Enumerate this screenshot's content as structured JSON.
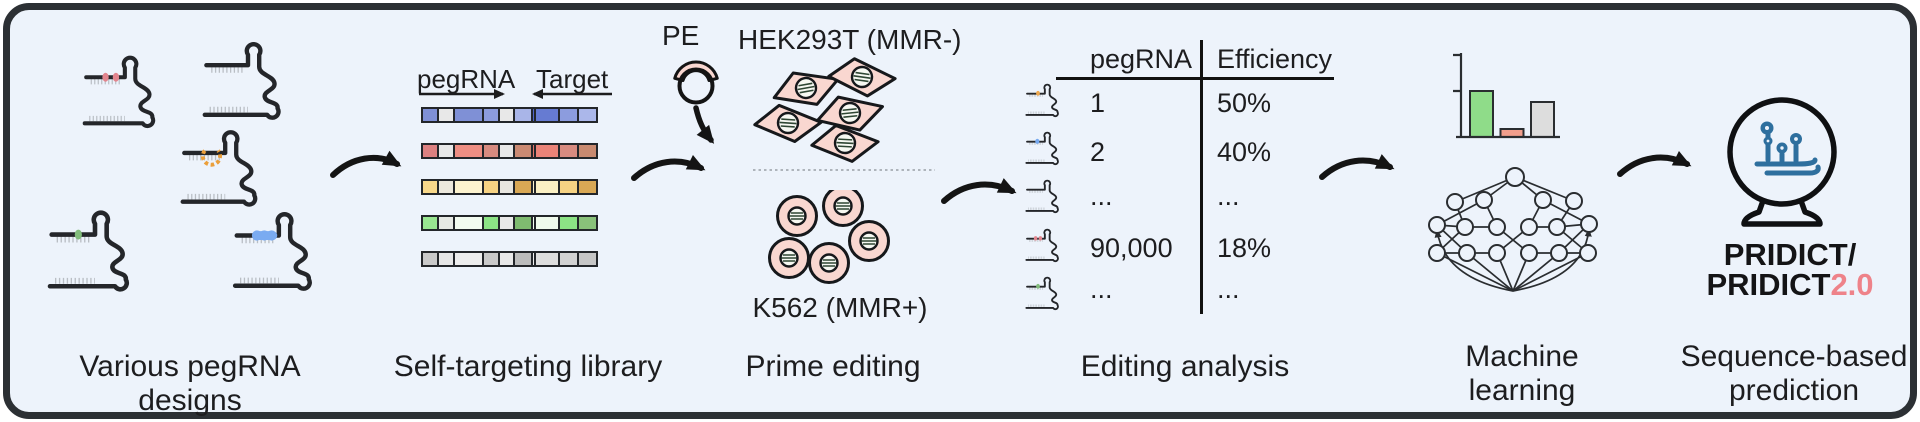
{
  "frame": {
    "background": "#edf3fb",
    "border_color": "#2c3034"
  },
  "sections": {
    "designs": {
      "label": "Various pegRNA designs"
    },
    "library": {
      "label": "Self-targeting library",
      "pegrna_axis": "pegRNA",
      "target_axis": "Target"
    },
    "prime_editing": {
      "label": "Prime editing",
      "pe": "PE",
      "hek": "HEK293T (MMR-)",
      "k562": "K562 (MMR+)"
    },
    "analysis": {
      "label": "Editing analysis",
      "col_pegrna": "pegRNA",
      "col_efficiency": "Efficiency",
      "rows": [
        {
          "pegrna": "1",
          "efficiency": "50%",
          "variant": "orange-dot"
        },
        {
          "pegrna": "2",
          "efficiency": "40%",
          "variant": "blue-dot"
        },
        {
          "pegrna": "...",
          "efficiency": "...",
          "variant": "plain"
        },
        {
          "pegrna": "90,000",
          "efficiency": "18%",
          "variant": "red-dots"
        },
        {
          "pegrna": "...",
          "efficiency": "...",
          "variant": "green-dot"
        }
      ]
    },
    "ml": {
      "label": "Machine learning"
    },
    "prediction": {
      "label": "Sequence-based prediction",
      "line1": "PRIDICT/",
      "line2_base": "PRIDICT",
      "line2_version": "2.0",
      "version_color": "#ee8289"
    }
  },
  "design_variants": [
    "red-dots",
    "plain",
    "orange-loop",
    "green-dot",
    "blue-segment"
  ],
  "segment_widths": [
    18,
    18,
    31,
    18,
    17,
    20,
    5,
    26,
    21,
    21
  ],
  "library_rows": [
    {
      "colors": [
        "#7f90d6",
        "#e8e8e8",
        "#7f90d6",
        "#8c9cde",
        "#e8e8e8",
        "#a9b5e8",
        "#4f64c8",
        "#667bd2",
        "#8c9cde",
        "#abb7ea"
      ]
    },
    {
      "colors": [
        "#dd8181",
        "#e8e8e8",
        "#ef8e83",
        "#d88b80",
        "#e8e8e8",
        "#cb8a73",
        "#e5756b",
        "#ea8378",
        "#d88b80",
        "#c98a70"
      ]
    },
    {
      "colors": [
        "#f8d88a",
        "#ece8dd",
        "#fdf3cf",
        "#f6d283",
        "#e8e6e0",
        "#d9a855",
        "#fdf3cf",
        "#fbf0c4",
        "#f6d283",
        "#d9a855"
      ]
    },
    {
      "colors": [
        "#99e691",
        "#e6e9e4",
        "#f2fbf0",
        "#8ce385",
        "#e8e8e8",
        "#7fbb70",
        "#f4fcf2",
        "#effaec",
        "#8ce385",
        "#89c17a"
      ]
    },
    {
      "colors": [
        "#c9c9c9",
        "#e6e6e6",
        "#ededed",
        "#c9c9c9",
        "#e8e8e8",
        "#bcbcbc",
        "#efefef",
        "#dddddd",
        "#d2d2d2",
        "#c6c6c6"
      ]
    }
  ],
  "ml_chart": {
    "type": "bar",
    "bars": [
      {
        "color": "#8fdc89",
        "height": 46
      },
      {
        "color": "#f19e8c",
        "height": 8
      },
      {
        "color": "#dddddd",
        "height": 35
      }
    ]
  },
  "colors": {
    "cell_fill": "#f9d7d0",
    "stroke": "#16181b",
    "arrow": "#141414",
    "crystal_blue": "#2e6f9e"
  }
}
